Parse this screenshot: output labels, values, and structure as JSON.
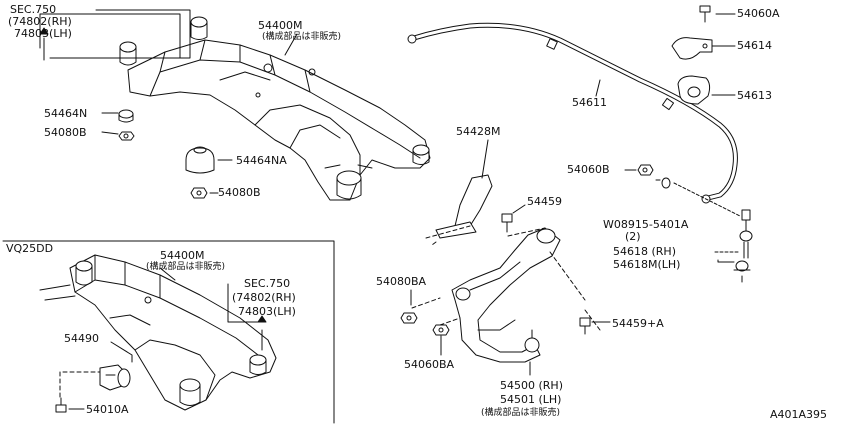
{
  "labels": {
    "sec750_top": "SEC.750",
    "p74802_top": "(74802(RH)",
    "p74803_top": "74803(LH)",
    "p54400m_top": "54400M",
    "note_top": "(構成部品は非販売)",
    "p54464n": "54464N",
    "p54080b_1": "54080B",
    "p54464na": "54464NA",
    "p54080b_2": "54080B",
    "vq25dd": "VQ25DD",
    "p54400m_bot": "54400M",
    "note_bot": "(構成部品は非販売)",
    "sec750_bot": "SEC.750",
    "p74802_bot": "(74802(RH)",
    "p74803_bot": "74803(LH)",
    "p54490": "54490",
    "p54010a": "54010A",
    "p54060a": "54060A",
    "p54614": "54614",
    "p54613": "54613",
    "p54611": "54611",
    "p54428m": "54428M",
    "p54060b": "54060B",
    "p08915": "W08915-5401A",
    "p08915_qty": "(2)",
    "p54618": "54618 (RH)",
    "p54618m": "54618M(LH)",
    "p54459": "54459",
    "p54080ba": "54080BA",
    "p54459a": "54459+A",
    "p54060ba": "54060BA",
    "p54500": "54500 (RH)",
    "p54501": "54501 (LH)",
    "note_arm": "(構成部品は非販売)",
    "diagram_id": "A401A395"
  },
  "colors": {
    "ink": "#111111",
    "background": "#ffffff"
  }
}
